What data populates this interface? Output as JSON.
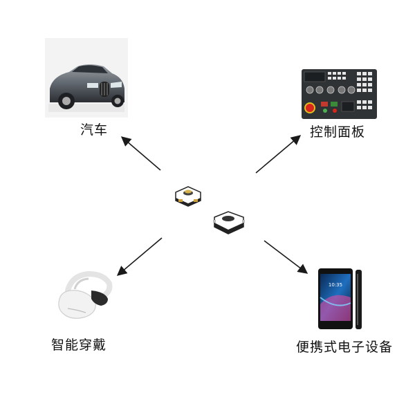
{
  "nodes": {
    "car": {
      "label": "汽车"
    },
    "control_panel": {
      "label": "控制面板"
    },
    "smart_wearable": {
      "label": "智能穿戴"
    },
    "electronics": {
      "label": "便携式电子设备",
      "phone_time": "10:35"
    }
  },
  "colors": {
    "arrow": "#1a1a1a",
    "switch_body": "#222222",
    "switch_face": "#ffffff",
    "panel_body": "#2f3336",
    "panel_red": "#d9261c"
  }
}
